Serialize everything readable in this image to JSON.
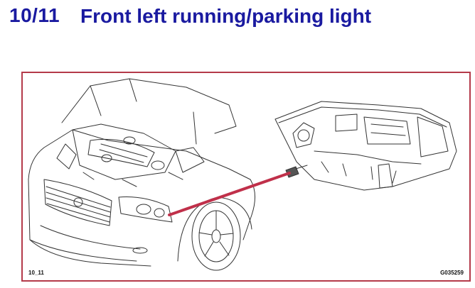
{
  "section": {
    "number": "10/11",
    "title": "Front left running/parking light"
  },
  "figure": {
    "label_left": "10_11",
    "label_right": "G035259",
    "frame_color": "#b43a4a",
    "pointer_color": "#c0304a",
    "heading_color": "#1a1aa0"
  }
}
